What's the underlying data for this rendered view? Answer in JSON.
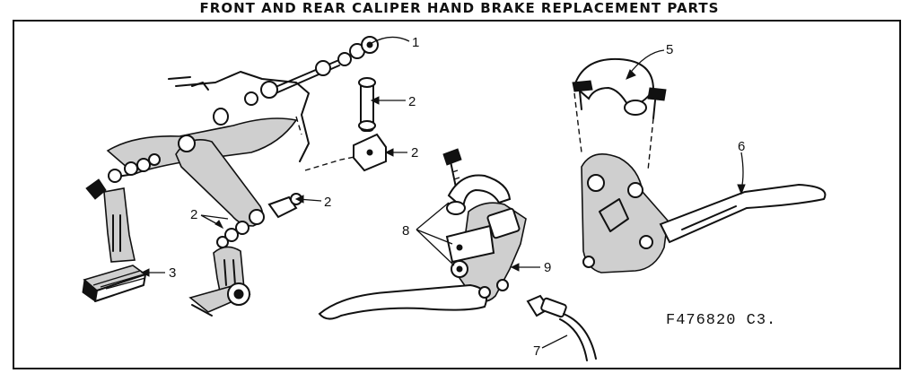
{
  "title": "FRONT AND REAR CALIPER HAND BRAKE REPLACEMENT PARTS",
  "part_number": "F476820 C3.",
  "callouts": [
    "1",
    "2",
    "2",
    "2",
    "2",
    "2",
    "3",
    "5",
    "6",
    "7",
    "8",
    "9"
  ],
  "icons": [
    "caliper-brake-assembly",
    "brake-shoe",
    "mounting-clamp",
    "brake-lever",
    "brake-cable"
  ]
}
